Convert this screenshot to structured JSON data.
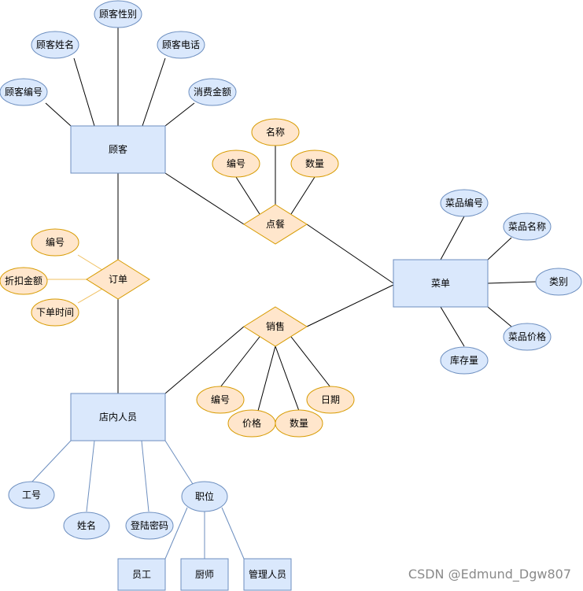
{
  "watermark": "CSDN @Edmund_Dgw807",
  "colors": {
    "entity_fill": "#dae8fc",
    "entity_stroke": "#6c8ebf",
    "relation_fill": "#ffe6cc",
    "relation_stroke": "#d79b00",
    "line_black": "#000000",
    "line_blue": "#6c8ebf"
  },
  "entities": {
    "customer": "顾客",
    "menu": "菜单",
    "staff": "店内人员"
  },
  "relations": {
    "order_dish": "点餐",
    "order": "订单",
    "sales": "销售"
  },
  "customer_attrs": {
    "gender": "顾客性别",
    "name": "顾客姓名",
    "phone": "顾客电话",
    "id": "顾客编号",
    "spend": "消费金额"
  },
  "order_dish_attrs": {
    "name": "名称",
    "id": "编号",
    "qty": "数量"
  },
  "menu_attrs": {
    "id": "菜品编号",
    "name": "菜品名称",
    "category": "类别",
    "price": "菜品价格",
    "stock": "库存量"
  },
  "order_attrs": {
    "id": "编号",
    "discount": "折扣金额",
    "time": "下单时间"
  },
  "sales_attrs": {
    "id": "编号",
    "price": "价格",
    "qty": "数量",
    "date": "日期"
  },
  "staff_attrs": {
    "job_id": "工号",
    "name": "姓名",
    "password": "登陆密码",
    "position": "职位"
  },
  "positions": {
    "employee": "员工",
    "chef": "厨师",
    "manager": "管理人员"
  }
}
